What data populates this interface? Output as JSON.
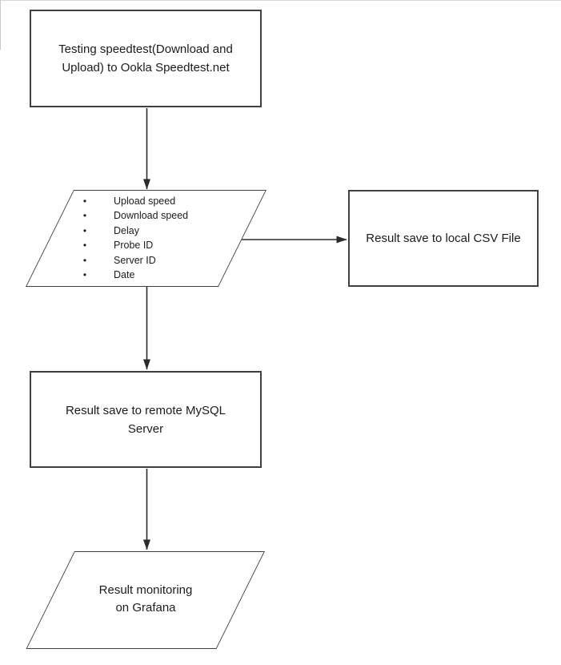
{
  "page": {
    "background": "#ffffff",
    "top_edge_color": "#d9d9d9"
  },
  "diagram": {
    "bullet_glyph": "•",
    "colors": {
      "shape_border": "#404040",
      "connector": "#2b2b2b",
      "text": "#1c1c1c",
      "shape_fill": "#ffffff"
    },
    "nodes": {
      "speedtest": {
        "type": "process",
        "lines": [
          "Testing speedtest(Download and",
          "Upload) to Ookla Speedtest.net"
        ]
      },
      "results_data": {
        "type": "data",
        "items": [
          "Upload speed",
          "Download speed",
          "Delay",
          "Probe ID",
          "Server ID",
          "Date"
        ]
      },
      "csv": {
        "type": "process",
        "label": "Result save to local CSV File"
      },
      "mysql": {
        "type": "process",
        "lines": [
          "Result save to remote MySQL",
          "Server"
        ]
      },
      "grafana": {
        "type": "data",
        "lines": [
          "Result monitoring",
          "on Grafana"
        ]
      }
    },
    "edges": [
      {
        "from": "speedtest",
        "to": "results_data",
        "direction": "down"
      },
      {
        "from": "results_data",
        "to": "csv",
        "direction": "right"
      },
      {
        "from": "results_data",
        "to": "mysql",
        "direction": "down"
      },
      {
        "from": "mysql",
        "to": "grafana",
        "direction": "down"
      }
    ]
  }
}
